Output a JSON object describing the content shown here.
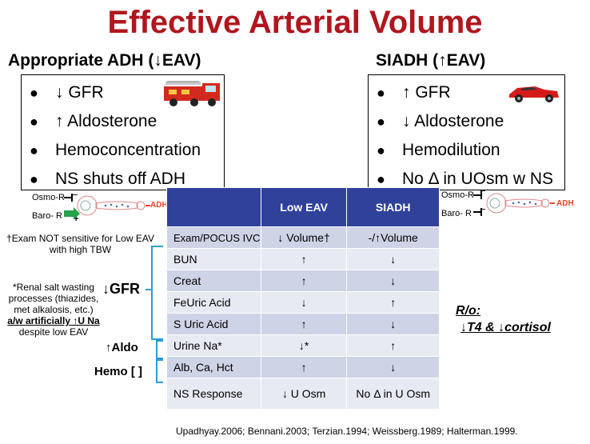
{
  "title": "Effective Arterial Volume",
  "left": {
    "header": "Appropriate ADH (↓EAV)",
    "bullets": [
      "↓ GFR",
      "↑ Aldosterone",
      "Hemoconcentration",
      "NS shuts off ADH"
    ],
    "image_icon": "fire-truck-icon"
  },
  "right": {
    "header": "SIADH (↑EAV)",
    "bullets": [
      "↑ GFR",
      "↓ Aldosterone",
      "Hemodilution",
      "No Δ in UOsm w NS"
    ],
    "image_icon": "red-car-icon"
  },
  "diagram_left": {
    "osmo": "Osmo-R",
    "baro": "Baro- R",
    "adh": "ADH",
    "plus": "+",
    "minus": "−"
  },
  "diagram_right": {
    "osmo": "Osmo-R",
    "baro": "Baro- R",
    "adh": "ADH",
    "minus1": "−",
    "minus2": "−"
  },
  "table": {
    "headers": [
      "",
      "Low EAV",
      "SIADH"
    ],
    "rows": [
      [
        "Exam/POCUS IVC",
        "↓ Volume†",
        "-/↑Volume"
      ],
      [
        "BUN",
        "↑",
        "↓"
      ],
      [
        "Creat",
        "↑",
        "↓"
      ],
      [
        "FeUric Acid",
        "↓",
        "↑"
      ],
      [
        "S Uric Acid",
        "↑",
        "↓"
      ],
      [
        "Urine Na*",
        "↓*",
        "↑"
      ],
      [
        "Alb, Ca, Hct",
        "↑",
        "↓"
      ],
      [
        "NS Response",
        "↓ U Osm",
        "No Δ in U Osm"
      ]
    ]
  },
  "note_exam": "†Exam NOT sensitive for Low EAV with high TBW",
  "note_renal_1": "*Renal salt wasting processes (thiazides, met alkalosis, etc.)",
  "note_renal_2": "a/w artificially ↑U Na",
  "note_renal_3": "despite low EAV",
  "label_gfr": "↓GFR",
  "label_aldo": "↑Aldo",
  "label_hemo": "Hemo [ ]",
  "ro_title": "R/o:",
  "ro_text": "↓T4 & ↓cortisol",
  "citation": "Upadhyay.2006; Bennani.2003; Terzian.1994; Weissberg.1989; Halterman.1999.",
  "colors": {
    "title": "#b0161e",
    "table_header": "#30419a",
    "row_odd": "#cfd3e6",
    "row_even": "#e8eaf3",
    "bracket": "#2d9bd6",
    "arrow_green": "#27a14a"
  }
}
